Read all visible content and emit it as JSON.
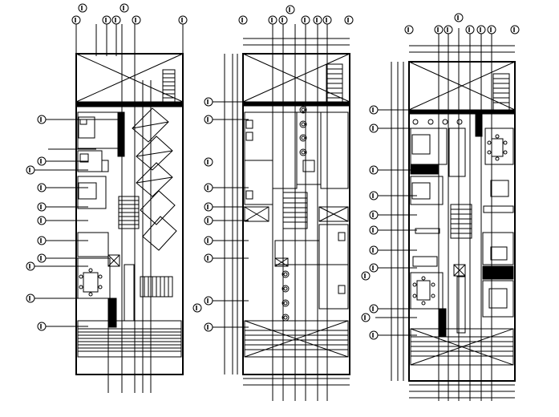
{
  "drawing": {
    "background": "#ffffff",
    "ink": "#000000",
    "grid_marker_labels": [
      "1",
      "2",
      "3",
      "4",
      "5",
      "6",
      "7",
      "8",
      "9",
      "10",
      "11",
      "12",
      "13",
      "14",
      "15",
      "16",
      "17",
      "18",
      "19",
      "20",
      "21",
      "22",
      "23",
      "24",
      "25",
      "26",
      "27",
      "28",
      "29",
      "30"
    ],
    "plans": [
      {
        "name": "left-plan",
        "left_axes_markers": 11,
        "top_axes_markers": 7
      },
      {
        "name": "center-plan",
        "left_axes_markers": 12,
        "top_axes_markers": 8
      },
      {
        "name": "right-plan",
        "left_axes_markers": 12,
        "top_axes_markers": 8
      }
    ],
    "legend_note": ""
  }
}
